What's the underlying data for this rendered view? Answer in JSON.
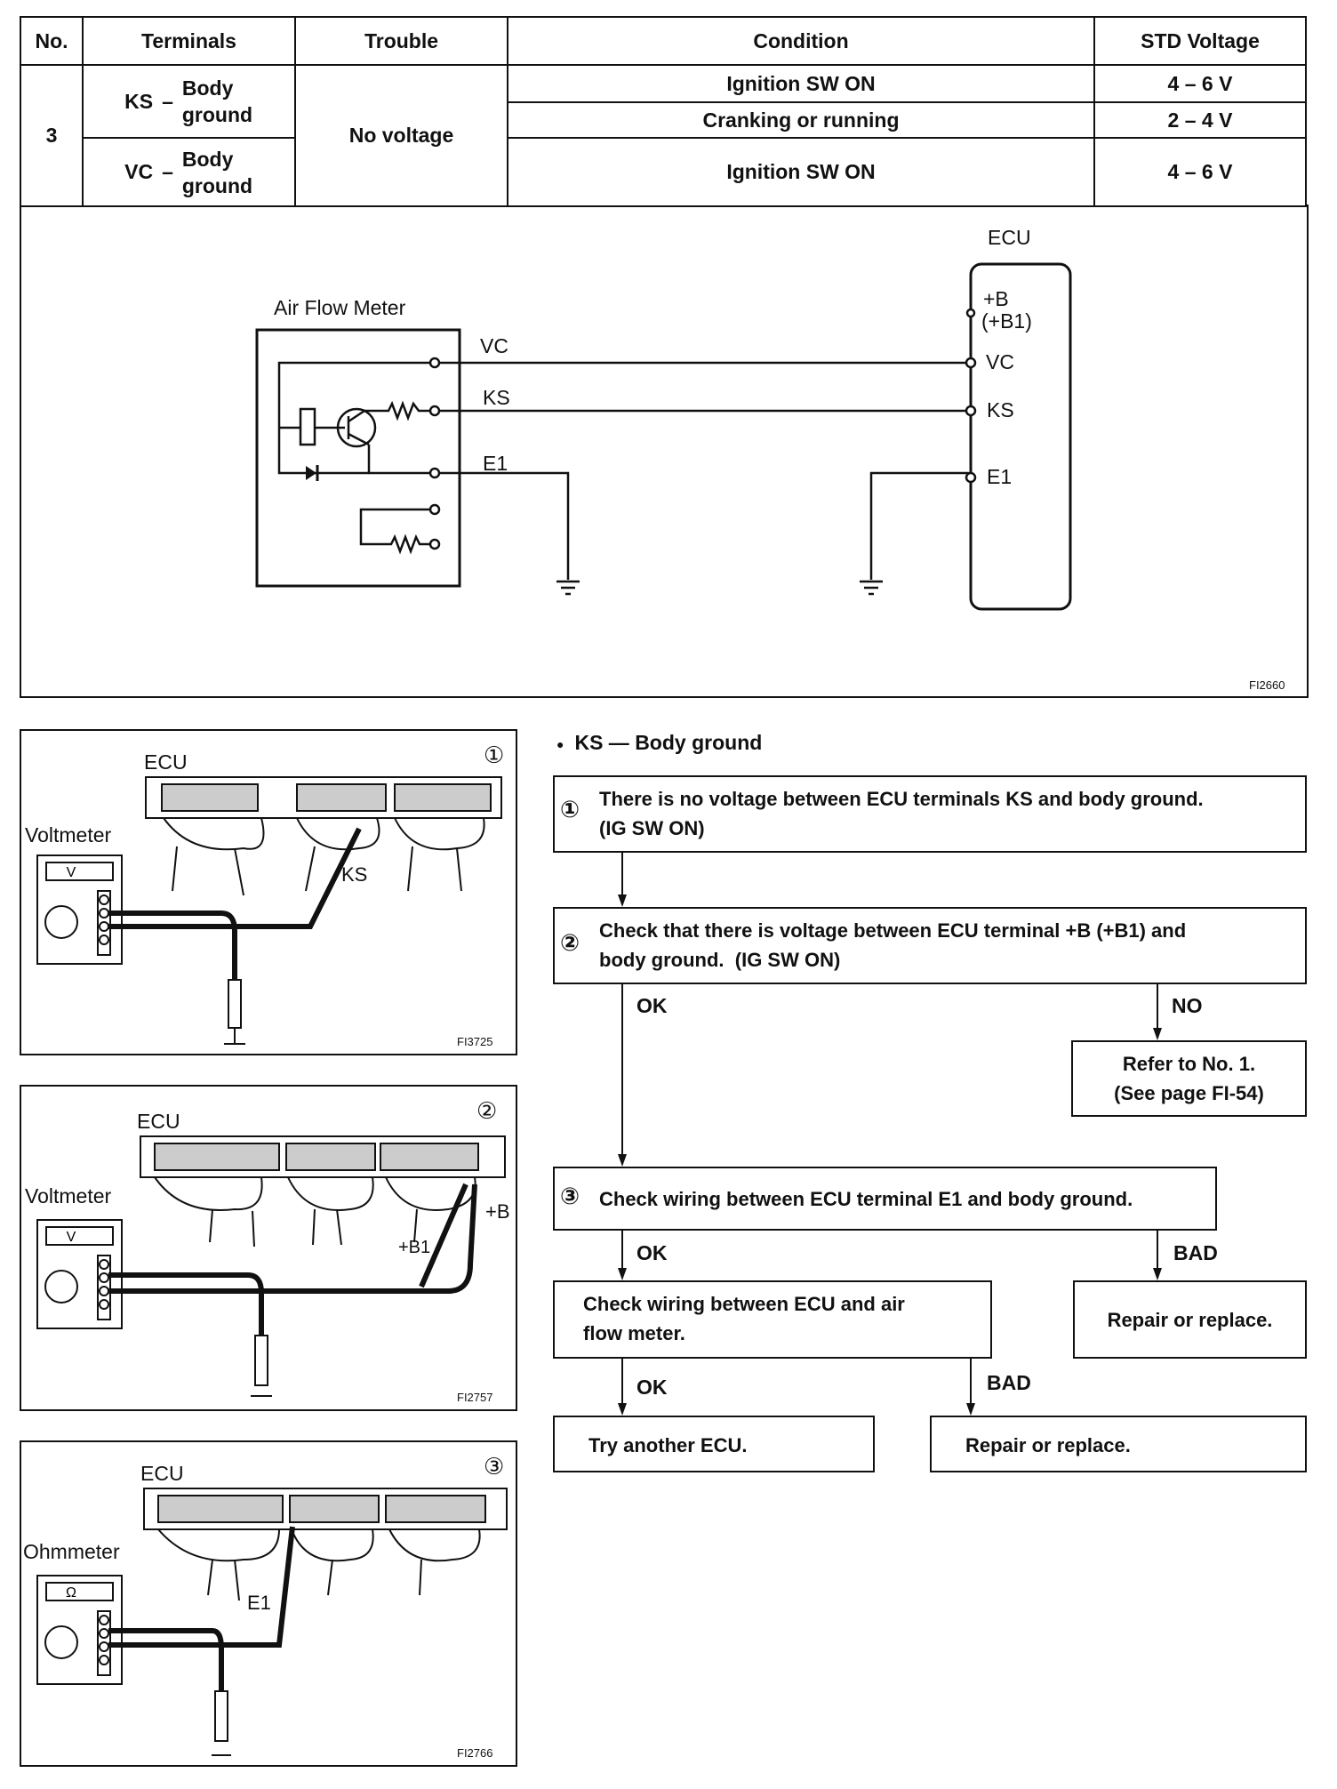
{
  "table": {
    "headers": {
      "no": "No.",
      "terminals": "Terminals",
      "trouble": "Trouble",
      "condition": "Condition",
      "std": "STD Voltage"
    },
    "no": "3",
    "trouble": "No voltage",
    "rows": [
      {
        "terminal": "KS",
        "sep": "–",
        "ground": "Body ground",
        "conditions": [
          {
            "condition": "Ignition SW ON",
            "voltage": "4 – 6 V"
          },
          {
            "condition": "Cranking or running",
            "voltage": "2 – 4 V"
          }
        ]
      },
      {
        "terminal": "VC",
        "sep": "–",
        "ground": "Body ground",
        "conditions": [
          {
            "condition": "Ignition SW ON",
            "voltage": "4 – 6 V"
          }
        ]
      }
    ]
  },
  "circuit": {
    "afm_label": "Air Flow Meter",
    "ecu_label": "ECU",
    "ecu_terms": [
      "+B",
      "(+B1)",
      "VC",
      "KS",
      "E1"
    ],
    "wires": [
      "VC",
      "KS",
      "E1"
    ],
    "fig": "FI2660"
  },
  "photos": [
    {
      "num": "①",
      "ecu": "ECU",
      "meter": "Voltmeter",
      "meter_symbol": "V",
      "probe": "KS",
      "fig": "FI3725"
    },
    {
      "num": "②",
      "ecu": "ECU",
      "meter": "Voltmeter",
      "meter_symbol": "V",
      "probe": "+B",
      "probe2": "+B1",
      "fig": "FI2757"
    },
    {
      "num": "③",
      "ecu": "ECU",
      "meter": "Ohmmeter",
      "meter_symbol": "Ω",
      "probe": "E1",
      "fig": "FI2766"
    }
  ],
  "flow": {
    "heading": "KS — Body ground",
    "step1_num": "①",
    "step1": "There is no voltage between ECU terminals KS and body ground.",
    "step1b": "(IG SW ON)",
    "step2_num": "②",
    "step2": "Check that there is voltage between ECU terminal +B (+B1) and",
    "step2b": "body ground.",
    "step2c": "(IG SW ON)",
    "ok": "OK",
    "no": "NO",
    "bad": "BAD",
    "refer": "Refer to No. 1.",
    "refer_b": "(See page FI-54)",
    "step3_num": "③",
    "step3": "Check wiring between ECU terminal E1 and body ground.",
    "repair": "Repair or replace.",
    "check_wiring": "Check wiring between ECU and air",
    "check_wiring_b": "flow meter.",
    "try_ecu": "Try another ECU.",
    "repair2": "Repair or replace."
  }
}
